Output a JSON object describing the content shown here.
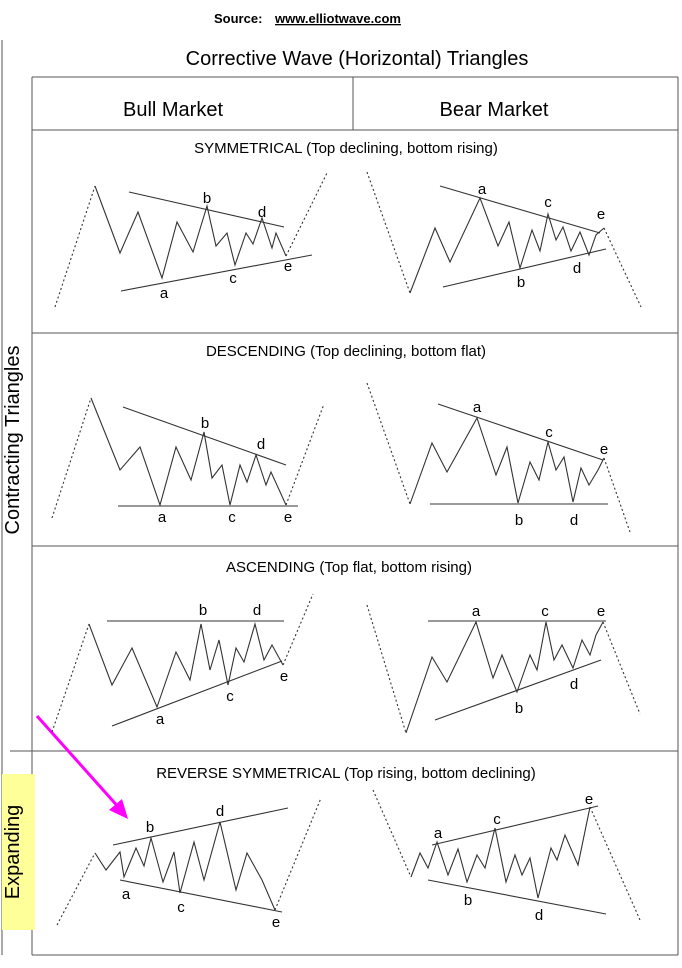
{
  "source": {
    "label": "Source:",
    "url": "www.elliotwave.com"
  },
  "title": "Corrective Wave (Horizontal) Triangles",
  "columns": {
    "bull": "Bull Market",
    "bear": "Bear Market"
  },
  "side_labels": {
    "contracting": "Contracting Triangles",
    "expanding": "Expanding"
  },
  "colors": {
    "arrow": "#ff00ff",
    "highlight": "#ffff99",
    "line": "#333333"
  },
  "panels": [
    {
      "title": "SYMMETRICAL (Top declining, bottom rising)",
      "bull_labels": [
        "a",
        "b",
        "c",
        "d",
        "e"
      ],
      "bear_labels": [
        "a",
        "b",
        "c",
        "d",
        "e"
      ]
    },
    {
      "title": "DESCENDING (Top declining, bottom flat)",
      "bull_labels": [
        "a",
        "b",
        "c",
        "d",
        "e"
      ],
      "bear_labels": [
        "a",
        "b",
        "c",
        "d",
        "e"
      ]
    },
    {
      "title": "ASCENDING (Top flat, bottom rising)",
      "bull_labels": [
        "a",
        "b",
        "c",
        "d",
        "e"
      ],
      "bear_labels": [
        "a",
        "b",
        "c",
        "d",
        "e"
      ]
    },
    {
      "title": "REVERSE SYMMETRICAL  (Top rising, bottom declining)",
      "bull_labels": [
        "a",
        "b",
        "c",
        "d",
        "e"
      ],
      "bear_labels": [
        "a",
        "b",
        "c",
        "d",
        "e"
      ]
    }
  ]
}
